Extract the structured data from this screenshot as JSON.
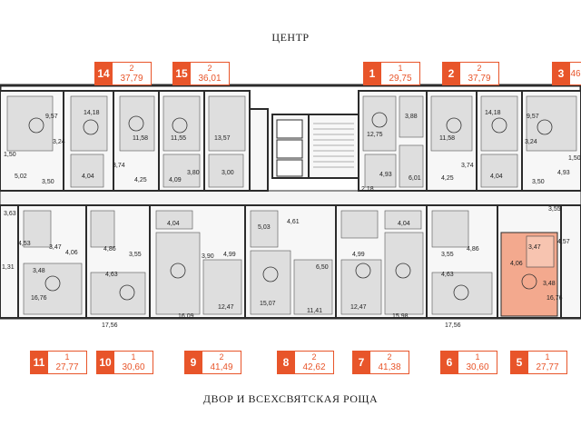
{
  "header": {
    "title": "ЦЕНТР"
  },
  "footer": {
    "title": "ДВОР И  ВСЕХСВЯТСКАЯ РОЩА"
  },
  "colors": {
    "accent": "#e8552a",
    "highlight": "#f3a98e",
    "wall": "#2b2b2b",
    "room": "#dedede"
  },
  "top_units": [
    {
      "number": "14",
      "rooms": "2",
      "area": "37,79"
    },
    {
      "number": "15",
      "rooms": "2",
      "area": "36,01"
    },
    {
      "number": "1",
      "rooms": "1",
      "area": "29,75"
    },
    {
      "number": "2",
      "rooms": "2",
      "area": "37,79"
    },
    {
      "number": "3",
      "rooms": "",
      "area": "46"
    }
  ],
  "bottom_units": [
    {
      "number": "11",
      "rooms": "1",
      "area": "27,77"
    },
    {
      "number": "10",
      "rooms": "1",
      "area": "30,60"
    },
    {
      "number": "9",
      "rooms": "2",
      "area": "41,49"
    },
    {
      "number": "8",
      "rooms": "2",
      "area": "42,62"
    },
    {
      "number": "7",
      "rooms": "2",
      "area": "41,38"
    },
    {
      "number": "6",
      "rooms": "1",
      "area": "30,60"
    },
    {
      "number": "5",
      "rooms": "1",
      "area": "27,77"
    }
  ],
  "room_labels": {
    "top": [
      "9,57",
      "14,18",
      "11,58",
      "11,55",
      "13,57",
      "12,75",
      "3,88",
      "11,58",
      "14,18",
      "9,57",
      "1,50",
      "3,24",
      "5,02",
      "3,50",
      "4,04",
      "3,74",
      "4,25",
      "4,09",
      "3,80",
      "3,00",
      "4,93",
      "6,01",
      "4,25",
      "3,74",
      "4,04",
      "3,24",
      "3,50",
      "4,93",
      "1,50",
      "2,18"
    ],
    "bottom": [
      "3,63",
      "4,53",
      "3,47",
      "4,06",
      "3,48",
      "16,76",
      "4,86",
      "3,55",
      "4,63",
      "17,56",
      "4,04",
      "3,90",
      "16,09",
      "4,99",
      "5,03",
      "4,61",
      "12,47",
      "15,07",
      "6,50",
      "11,41",
      "4,99",
      "12,47",
      "4,04",
      "15,98",
      "3,55",
      "4,86",
      "4,63",
      "17,56",
      "3,55",
      "3,47",
      "4,06",
      "4,57",
      "3,48",
      "16,76",
      "1,31"
    ]
  }
}
